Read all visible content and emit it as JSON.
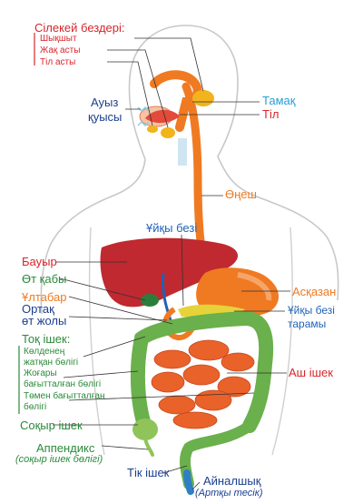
{
  "labels": {
    "salivary_heading": "Сілекей бездері:",
    "salivary_items": [
      "Шықшыт",
      "Жақ асты",
      "Тіл асты"
    ],
    "mouth": [
      "Ауыз",
      "қуысы"
    ],
    "pharynx": "Тамақ",
    "tongue": "Тіл",
    "esophagus": "Өңеш",
    "pancreas": "Ұйқы безі",
    "liver": "Бауыр",
    "gallbladder": "Өт қабы",
    "duodenum": "Ұлтабар",
    "common_bile_duct": [
      "Ортақ",
      "өт жолы"
    ],
    "stomach": "Асқазан",
    "pancreatic_duct": [
      "Ұйқы безі",
      "тарамы"
    ],
    "colon_heading": "Тоқ ішек:",
    "colon_parts": [
      "Көлденең",
      "жатқан бөлігі",
      "Жоғары",
      "бағытталған бөлігі",
      "Төмен бағытталған",
      "бөлігі"
    ],
    "small_intestine": "Аш ішек",
    "cecum": "Соқыр ішек",
    "appendix": "Аппендикс",
    "appendix_note": "(соқыр ішек бөлігі)",
    "rectum": "Тік ішек",
    "anus": "Айналшық",
    "anus_note": "(Артқы тесік)"
  },
  "colors": {
    "red": "#d8262b",
    "orange": "#f07a22",
    "green": "#2a8a3a",
    "blue": "#1f62b8",
    "cyan": "#2a9cd4",
    "liver": "#c0292f",
    "intestine": "#e9622a",
    "colon": "#6ab04c"
  }
}
